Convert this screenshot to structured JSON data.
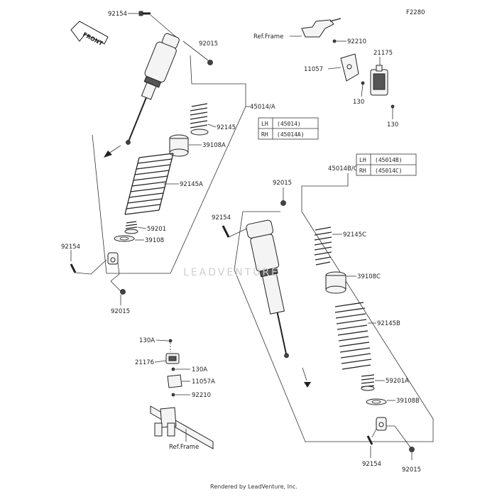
{
  "diagram_code": "F2280",
  "watermark": "LEADVENTURE",
  "footer": "Rendered by LeadVenture, Inc.",
  "front_arrow": "FRONT",
  "labels": {
    "p92154_a": "92154",
    "p92015_a": "92015",
    "p45014A": "45014/A",
    "p92145": "92145",
    "p39108A": "39108A",
    "p92145A": "92145A",
    "p59201": "59201",
    "p39108": "39108",
    "p92154_b": "92154",
    "p92015_b": "92015",
    "ref_frame_a": "Ref.Frame",
    "p92210_a": "92210",
    "p21175": "21175",
    "p11057": "11057",
    "p130_a": "130",
    "p130_b": "130",
    "p45014BC": "45014B/C",
    "p92015_c": "92015",
    "p92154_c": "92154",
    "p92145C": "92145C",
    "p39108C": "39108C",
    "p92145B": "92145B",
    "p59201A": "59201A",
    "p39108B": "39108B",
    "p92154_d": "92154",
    "p92015_d": "92015",
    "p130A_a": "130A",
    "p21176": "21176",
    "p130A_b": "130A",
    "p11057A": "11057A",
    "p92210_b": "92210",
    "ref_frame_b": "Ref.Frame"
  },
  "table_a": {
    "rows": [
      {
        "side": "LH",
        "part": "(45014)"
      },
      {
        "side": "RH",
        "part": "(45014A)"
      }
    ]
  },
  "table_b": {
    "rows": [
      {
        "side": "LH",
        "part": "(45014B)"
      },
      {
        "side": "RH",
        "part": "(45014C)"
      }
    ]
  }
}
